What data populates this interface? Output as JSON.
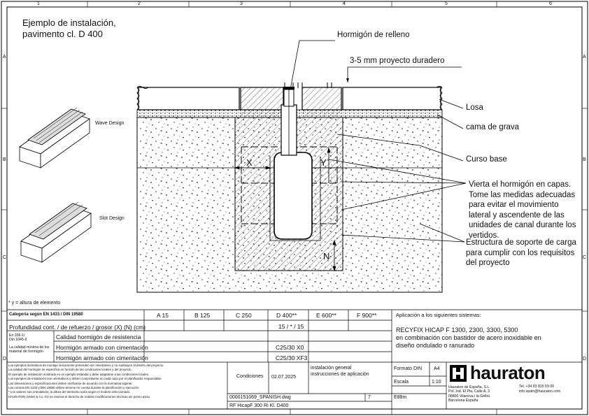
{
  "title_line1": "Ejemplo de instalación,",
  "title_line2": "pavimento cl. D 400",
  "border_top_numbers": [
    "1",
    "2",
    "3",
    "4",
    "5",
    "6"
  ],
  "border_side_letters": [
    "A",
    "B",
    "C",
    "D"
  ],
  "callouts": {
    "hormigon_relleno": "Hormigón de relleno",
    "proyecto_duradero": "3-5 mm proyecto duradero",
    "losa": "Losa",
    "cama_grava": "cama de grava",
    "curso_base": "Curso base",
    "vierta_lines": [
      "Vierta el hormigón en capas.",
      "Tome las medidas adecuadas",
      "para evitar el movimiento",
      "lateral y ascendente de las",
      "unidades de canal durante los",
      "vertidos."
    ],
    "estructura_lines": [
      "Estructura de soporte de carga",
      "para cumplir con los requisitos",
      "del proyecto"
    ]
  },
  "dim_labels": {
    "x": "X",
    "y": "Y",
    "n": "N"
  },
  "design_labels": {
    "wave": "Wave Design",
    "slot": "Slot Design"
  },
  "footnote": "* y = altura de elemento",
  "load_table": {
    "header_label": "Categoría según EN 1433 / DIN 19580",
    "classes": [
      "A 15",
      "B 125",
      "C 250",
      "D 400**",
      "E 600**",
      "F 900**"
    ],
    "row1_label": "Profundidad cont. / de refuerzo / grosor (X) (N) (cm)",
    "row1_value": "15 / * / 15",
    "row2_left": [
      "En 206-1/",
      "Din 1045-2"
    ],
    "row2_left2": [
      "La calidad mínima de los",
      "material de hormigón"
    ],
    "row2_mid": "Calidad hormigón de resistencia",
    "row3_mid": "Hormigón armado con cimentación",
    "row3_value": "C25/30 X0",
    "row4_mid": "Hormigón armado con cimentación",
    "row4_value": "C25/30 XF3"
  },
  "application": {
    "heading": "Aplicación a los siguientes sistemas:",
    "lines": [
      "RECYFIX HICAP F 1300, 2300, 3300, 5300",
      "en combinación con bastidor de acero inoxidable en",
      "diseño ondulado o ranurado"
    ]
  },
  "disclaimer_lines": [
    "Los ejemplos ilustrativos de montaje únicamente pretenden ser orientativos y no sustituyen al diseño del proyecto.",
    "La calidad del hormigón se especifica en función de las condiciones locales y del proyecto.",
    "El ejemplo de instalación mostrado es un ejemplo estándar y debe adaptarse a las condiciones locales.",
    "Los ejemplos de instalación son orientativos y deben comprobarse en cada caso por el planificador responsable.",
    "Las dimensiones y especificaciones deben verificarse de acuerdo con la normativa vigente.",
    "Las normas EN 1433 y DIN 19580 deben tenerse en cuenta durante la planificación y ejecución.",
    "* Los valores son orientativos; la altura del elemento varía según el modelo seleccionado.",
    "HAURATON GmbH & Co. KG se reserva el derecho de realizar modificaciones técnicas sin previo aviso."
  ],
  "title_block": {
    "condiciones_label": "Condiciones",
    "date": "02.07.2025",
    "instructions_lines": [
      "instalación general",
      "instrucciones de aplicación"
    ],
    "formato_label": "Formato DIN",
    "formato_value": "A4",
    "escala_label": "Escala",
    "escala_value": "1:10",
    "file_name": "0000151069_SPANISH.dwg",
    "page": "7",
    "ebbm": "E88m",
    "product_code": "RF HicapF 300 Ri Kl. D400"
  },
  "company": {
    "name": "hauraton",
    "address_lines": [
      "Hauraton de España, S.L.",
      "Pol. Ind. El Pla, Calle A, 3",
      "08800 Vilanova i la Geltrú",
      "Barcelona España"
    ],
    "phone": "Tel. +34 93 815 59 00",
    "email": "info.spain@hauraton.com"
  }
}
